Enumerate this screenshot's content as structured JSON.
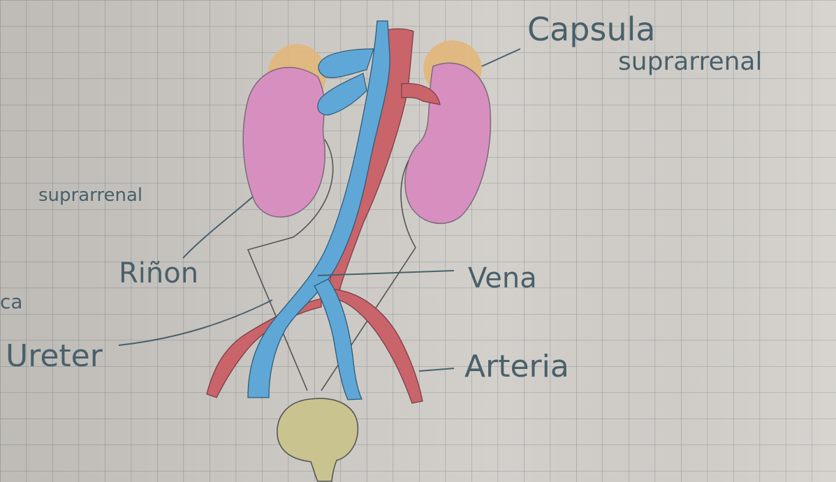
{
  "labels": {
    "capsula_line1": "Capsula",
    "capsula_line2": "suprarrenal",
    "suprarrenal": "suprarrenal",
    "rinon": "Riñon",
    "vena": "Vena",
    "uretra_fragment": "ca",
    "ureter": "Ureter",
    "arteria": "Arteria"
  },
  "colors": {
    "paper": "#d3d0cb",
    "grid": "#9ea3a6",
    "ink": "#49606a",
    "kidney": "#d78fc0",
    "adrenal": "#e2b67a",
    "vein": "#5fa7d6",
    "artery": "#c9646a",
    "bladder": "#c9c38f"
  }
}
